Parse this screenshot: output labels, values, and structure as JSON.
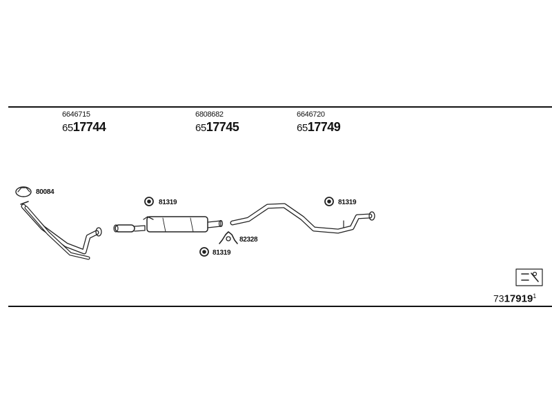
{
  "groups": [
    {
      "oe_number": "6646715",
      "ref_prefix": "65",
      "ref_suffix": "17744"
    },
    {
      "oe_number": "6808682",
      "ref_prefix": "65",
      "ref_suffix": "17745"
    },
    {
      "oe_number": "6646720",
      "ref_prefix": "65",
      "ref_suffix": "17749"
    }
  ],
  "labels": {
    "gasket": "80084",
    "rubber_mount_1": "81319",
    "rubber_mount_2": "81319",
    "rubber_mount_3": "81319",
    "clamp": "82328"
  },
  "drawing_number": {
    "prefix": "73",
    "main": "17919",
    "suffix": "1"
  }
}
